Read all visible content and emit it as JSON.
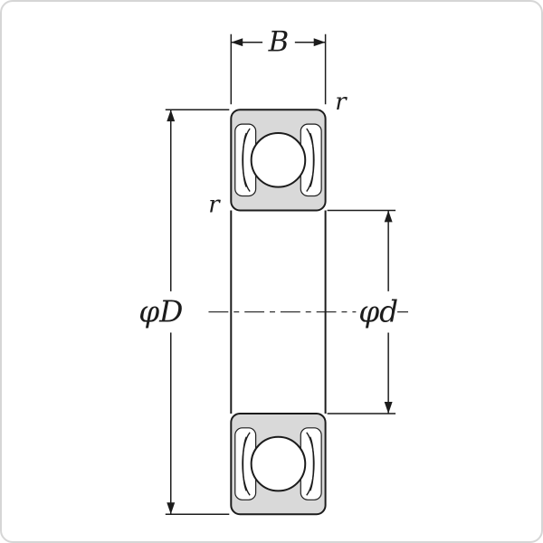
{
  "diagram": {
    "type": "ball-bearing-cross-section-drawing",
    "labels": {
      "width": "B",
      "outer_diameter": "φD",
      "bore_diameter": "φd",
      "chamfer_top_right": "r",
      "chamfer_left": "r"
    },
    "colors": {
      "line": "#1c1c1c",
      "ring_fill": "#d9d9d9",
      "background": "#ffffff"
    }
  }
}
